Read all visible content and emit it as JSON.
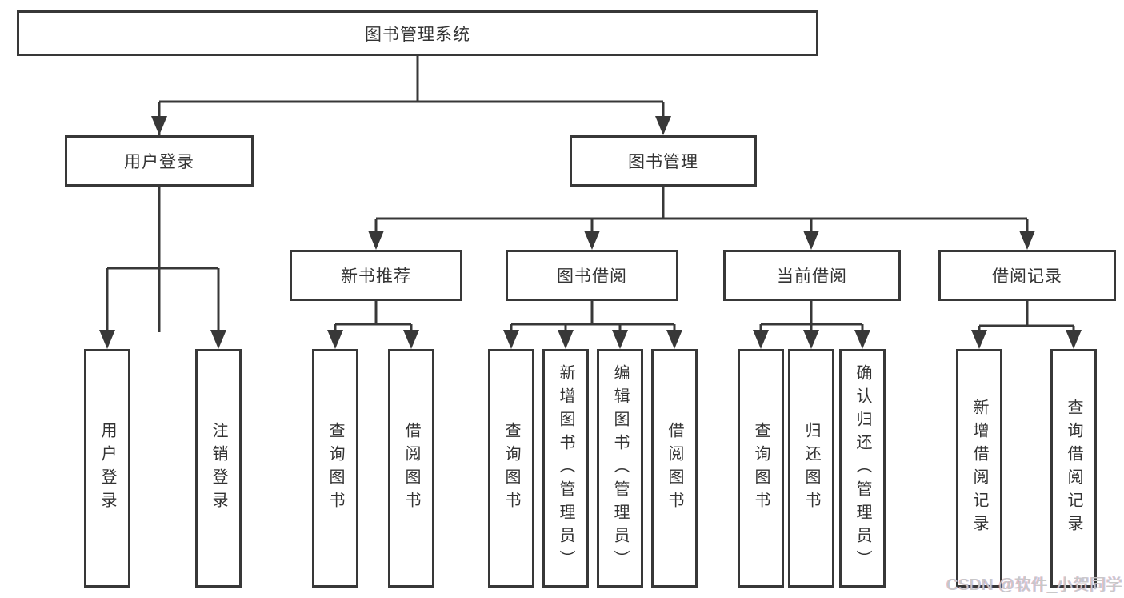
{
  "colors": {
    "line": "#383838",
    "box_border": "#383838",
    "text": "#333333",
    "background": "#ffffff",
    "watermark": "#c8c8c8"
  },
  "watermark": {
    "text": "CSDN @软件_小贺同学"
  },
  "tree": {
    "label": "图书管理系统",
    "children": [
      {
        "label": "用户登录",
        "children": [
          {
            "label": "用户登录"
          },
          {
            "label": "注销登录"
          }
        ]
      },
      {
        "label": "图书管理",
        "children": [
          {
            "label": "新书推荐",
            "children": [
              {
                "label": "查询图书"
              },
              {
                "label": "借阅图书"
              }
            ]
          },
          {
            "label": "图书借阅",
            "children": [
              {
                "label": "查询图书"
              },
              {
                "label": "新增图书（管理员）"
              },
              {
                "label": "编辑图书（管理员）"
              },
              {
                "label": "借阅图书"
              }
            ]
          },
          {
            "label": "当前借阅",
            "children": [
              {
                "label": "查询图书"
              },
              {
                "label": "归还图书"
              },
              {
                "label": "确认归还（管理员）"
              }
            ]
          },
          {
            "label": "借阅记录",
            "children": [
              {
                "label": "新增借阅记录"
              },
              {
                "label": "查询借阅记录"
              }
            ]
          }
        ]
      }
    ]
  }
}
